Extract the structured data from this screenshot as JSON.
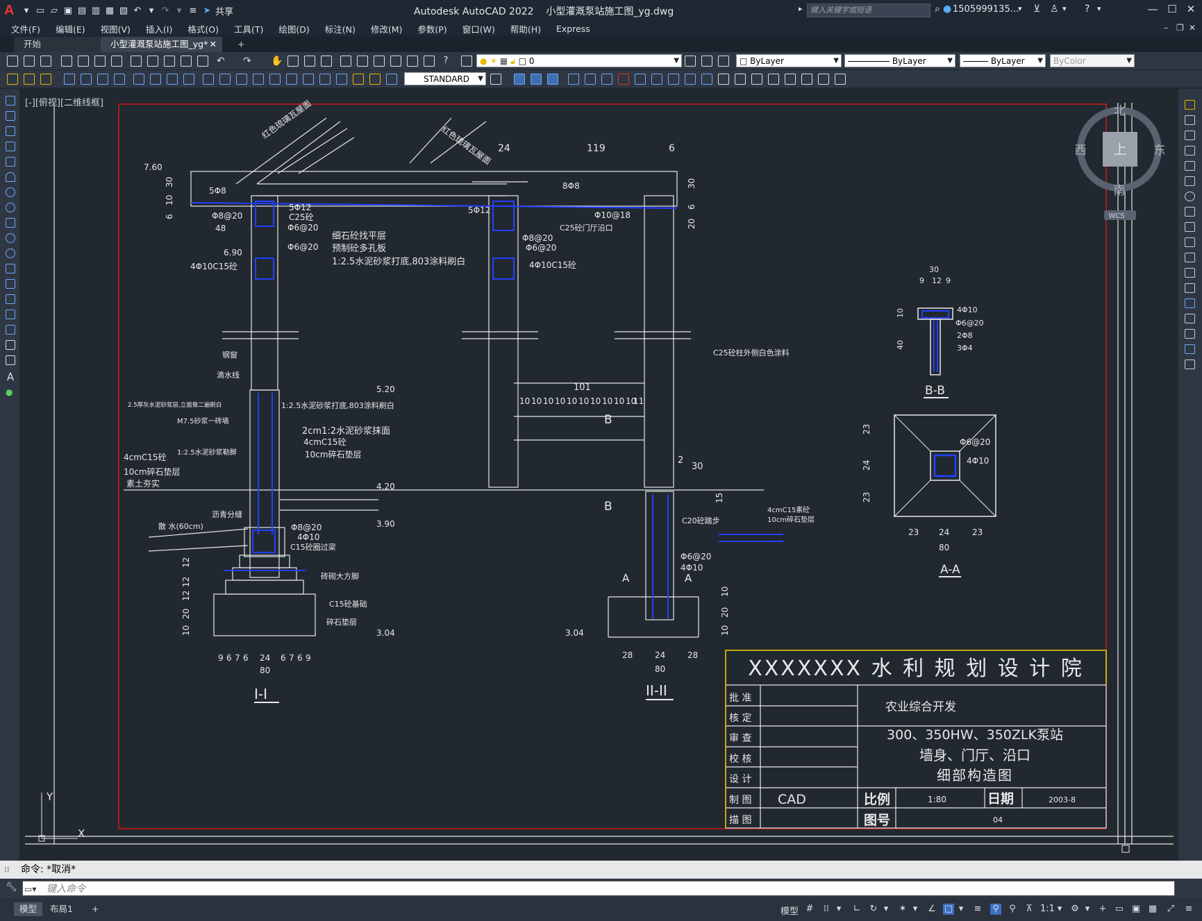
{
  "titlebar": {
    "app_name": "Autodesk AutoCAD 2022",
    "file_name": "小型灌溉泵站施工图_yg.dwg",
    "share_label": "共享",
    "search_placeholder": "键入关键字或短语",
    "user_id": "1505999135..."
  },
  "menu": [
    "文件(F)",
    "编辑(E)",
    "视图(V)",
    "插入(I)",
    "格式(O)",
    "工具(T)",
    "绘图(D)",
    "标注(N)",
    "修改(M)",
    "参数(P)",
    "窗口(W)",
    "帮助(H)",
    "Express"
  ],
  "tabs": {
    "start": "开始",
    "doc": "小型灌溉泵站施工图_yg*",
    "add": "+"
  },
  "toolbar": {
    "layer": "0",
    "color": "ByLayer",
    "linetype": "ByLayer",
    "lineweight": "ByLayer",
    "plotstyle": "ByColor",
    "textstyle": "STANDARD"
  },
  "viewport": {
    "label": "[-][俯视][二维线框]"
  },
  "viewcube": {
    "north": "北",
    "south": "南",
    "east": "东",
    "west": "西",
    "top": "上",
    "wcs": "WCS"
  },
  "ucs": {
    "x": "X",
    "y": "Y"
  },
  "drawing": {
    "roof_label_left": "红色琉璃瓦屋面",
    "roof_label_right": "红色琉璃瓦屋面",
    "dims_top": [
      "24",
      "119",
      "6"
    ],
    "elev": [
      "7.60",
      "6.90",
      "5.20",
      "4.20",
      "3.90",
      "3.04",
      "3.04"
    ],
    "left_notes": [
      "5Φ8",
      "Φ8@20",
      "48",
      "5Φ12",
      "C25砼",
      "Φ6@20",
      "Φ6@20",
      "4Φ10C15砼",
      "钢窗",
      "滴水线",
      "2.5厚灰水泥砂浆层,立面做二遍刷白",
      "M7.5砂浆一砖墙",
      "1:2.5水泥砂浆勒脚",
      "4cmC15砼",
      "10cm碎石垫层",
      "素土夯实",
      "沥青分缝",
      "散 水(60cm)",
      "Φ8@20",
      "4Φ10",
      "C15砼圈过梁",
      "砖砌大方脚",
      "C15砼基础",
      "碎石垫层"
    ],
    "center_notes": [
      "细石砼找平层",
      "预制砼多孔板",
      "1:2.5水泥砂浆打底,803涂料刷白",
      "1:2.5水泥砂浆打底,803涂料刷白",
      "2cm1:2水泥砂浆抹面",
      "4cmC15砼",
      "10cm碎石垫层",
      "5Φ12",
      "Φ8@20",
      "Φ6@20",
      "4Φ10C15砼",
      "8Φ8",
      "Φ10@18",
      "C25砼门厅沿口",
      "C25砼柱外侧白色涂料",
      "101",
      "B",
      "B",
      "A",
      "A",
      "2",
      "30",
      "C20砼踏步",
      "4cmC15素砼",
      "10cm碎石垫层",
      "Φ6@20",
      "4Φ10",
      "15",
      "10",
      "20",
      "10"
    ],
    "numbers_dims": {
      "left_vert": [
        "30",
        "10",
        "6",
        "12",
        "12",
        "12",
        "20",
        "10"
      ],
      "left_bottom": [
        "9",
        "6",
        "7",
        "6",
        "24",
        "6",
        "7",
        "6",
        "9"
      ],
      "left_bottom_total": "80",
      "mid_bottom": [
        "28",
        "24",
        "28"
      ],
      "mid_bottom_total": "80",
      "right_top": [
        "30",
        "6",
        "20"
      ],
      "tick_row": [
        "10",
        "10",
        "10",
        "10",
        "10",
        "10",
        "10",
        "10",
        "10",
        "10",
        "11"
      ]
    },
    "section_I": "I-I",
    "section_II": "II-II",
    "section_BB": "B-B",
    "section_AA": "A-A",
    "bb_dims": {
      "top": "30",
      "top_split": [
        "9",
        "12",
        "9"
      ],
      "left": [
        "10",
        "40"
      ],
      "labels": [
        "4Φ10",
        "Φ6@20",
        "2Φ8",
        "3Φ4"
      ]
    },
    "aa_dims": {
      "left": [
        "23",
        "24",
        "23"
      ],
      "bottom": [
        "23",
        "24",
        "23"
      ],
      "total": "80",
      "labels": [
        "Φ6@20",
        "4Φ10"
      ]
    }
  },
  "titleblock": {
    "institute": "XXXXXXX 水 利 规 划 设 计 院",
    "row_labels": [
      "批 准",
      "核 定",
      "审 查",
      "校 核",
      "设 计",
      "制 图",
      "描 图"
    ],
    "project": "农业综合开发",
    "drawing_title_1": "300、350HW、350ZLK泵站",
    "drawing_title_2": "墙身、门厅、沿口",
    "drawing_title_3": "细部构造图",
    "drafter": "CAD",
    "scale_label": "比例",
    "scale_value": "1:80",
    "date_label": "日期",
    "date_value": "2003-8",
    "number_label": "图号",
    "number_value": "04"
  },
  "command": {
    "history": "命令: *取消*",
    "placeholder": "键入命令"
  },
  "status": {
    "model_tab": "模型",
    "layout1_tab": "布局1",
    "add": "+",
    "model_indicator": "模型",
    "scale": "1:1"
  }
}
